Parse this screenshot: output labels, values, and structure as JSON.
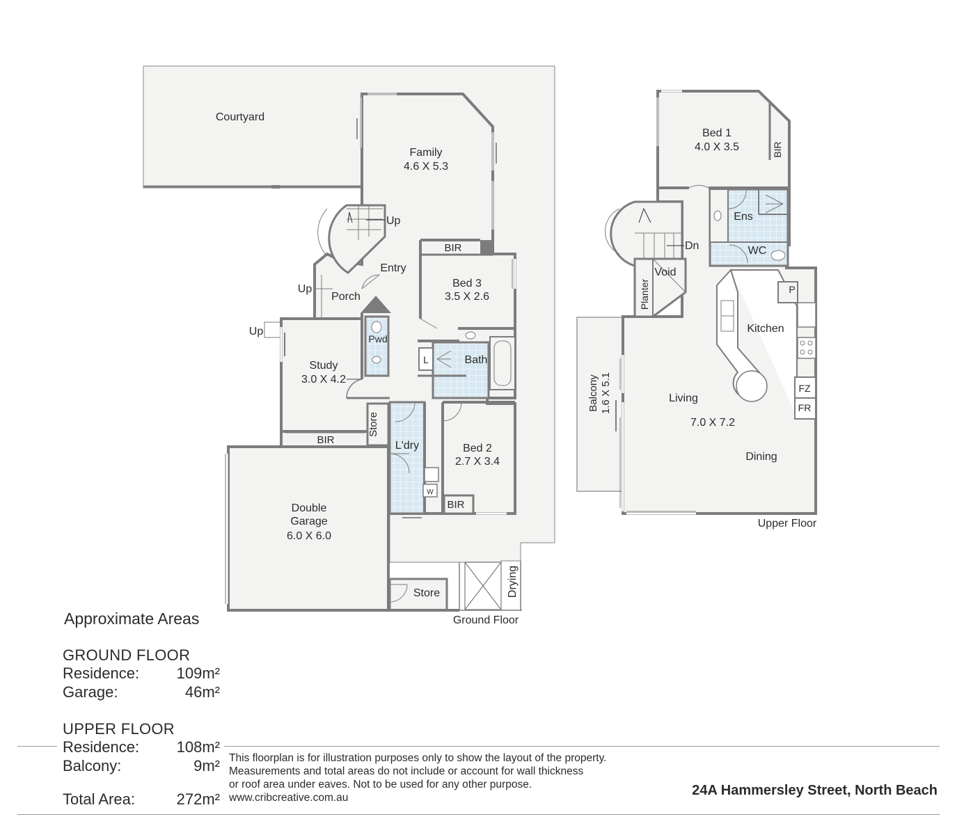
{
  "rooms": {
    "courtyard": "Courtyard",
    "family": "Family",
    "family_dim": "4.6 X 5.3",
    "up_stair": "Up",
    "entry": "Entry",
    "up_porch": "Up",
    "porch": "Porch",
    "up_study": "Up",
    "bed3_bir": "BIR",
    "bed3": "Bed 3",
    "bed3_dim": "3.5 X 2.6",
    "pwd": "Pwd",
    "linen": "L",
    "bath": "Bath",
    "study": "Study",
    "study_dim": "3.0 X 4.2",
    "study_bir": "BIR",
    "store_mid": "Store",
    "laundry": "L'dry",
    "washer": "W",
    "bed2": "Bed 2",
    "bed2_dim": "2.7 X 3.4",
    "bed2_bir": "BIR",
    "garage_line1": "Double",
    "garage_line2": "Garage",
    "garage_dim": "6.0 X 6.0",
    "store_garage": "Store",
    "drying": "Drying",
    "ground_floor_label": "Ground Floor",
    "bed1": "Bed 1",
    "bed1_dim": "4.0 X 3.5",
    "bed1_bir": "BIR",
    "ens": "Ens",
    "wc": "WC",
    "dn": "Dn",
    "void": "Void",
    "planter": "Planter",
    "pantry": "P",
    "kitchen": "Kitchen",
    "fz": "FZ",
    "fr": "FR",
    "balcony": "Balcony",
    "balcony_dim": "1.6 X 5.1",
    "living": "Living",
    "living_dim": "7.0 X 7.2",
    "dining": "Dining",
    "upper_floor_label": "Upper Floor"
  },
  "areas": {
    "heading": "Approximate Areas",
    "ground": {
      "title": "GROUND FLOOR",
      "rows": [
        {
          "label": "Residence:",
          "value": "109m²"
        },
        {
          "label": "Garage:",
          "value": "46m²"
        }
      ]
    },
    "upper": {
      "title": "UPPER FLOOR",
      "rows": [
        {
          "label": "Residence:",
          "value": "108m²"
        },
        {
          "label": "Balcony:",
          "value": "9m²"
        }
      ]
    },
    "total": {
      "label": "Total Area:",
      "value": "272m²"
    }
  },
  "disclaimer": {
    "line1": "This floorplan is for illustration purposes only to show the layout of the property.",
    "line2": "Measurements and total areas do not include or account for wall thickness",
    "line3": "or roof area under eaves. Not to be used for any other purpose.",
    "line4": "www.cribcreative.com.au"
  },
  "address": "24A Hammersley Street, North Beach",
  "colors": {
    "wall": "#7c7c7c",
    "floor": "#f3f3f2",
    "tile": "#d8e8f1",
    "outline": "#a6a6a6",
    "text": "#2b2b2b"
  }
}
